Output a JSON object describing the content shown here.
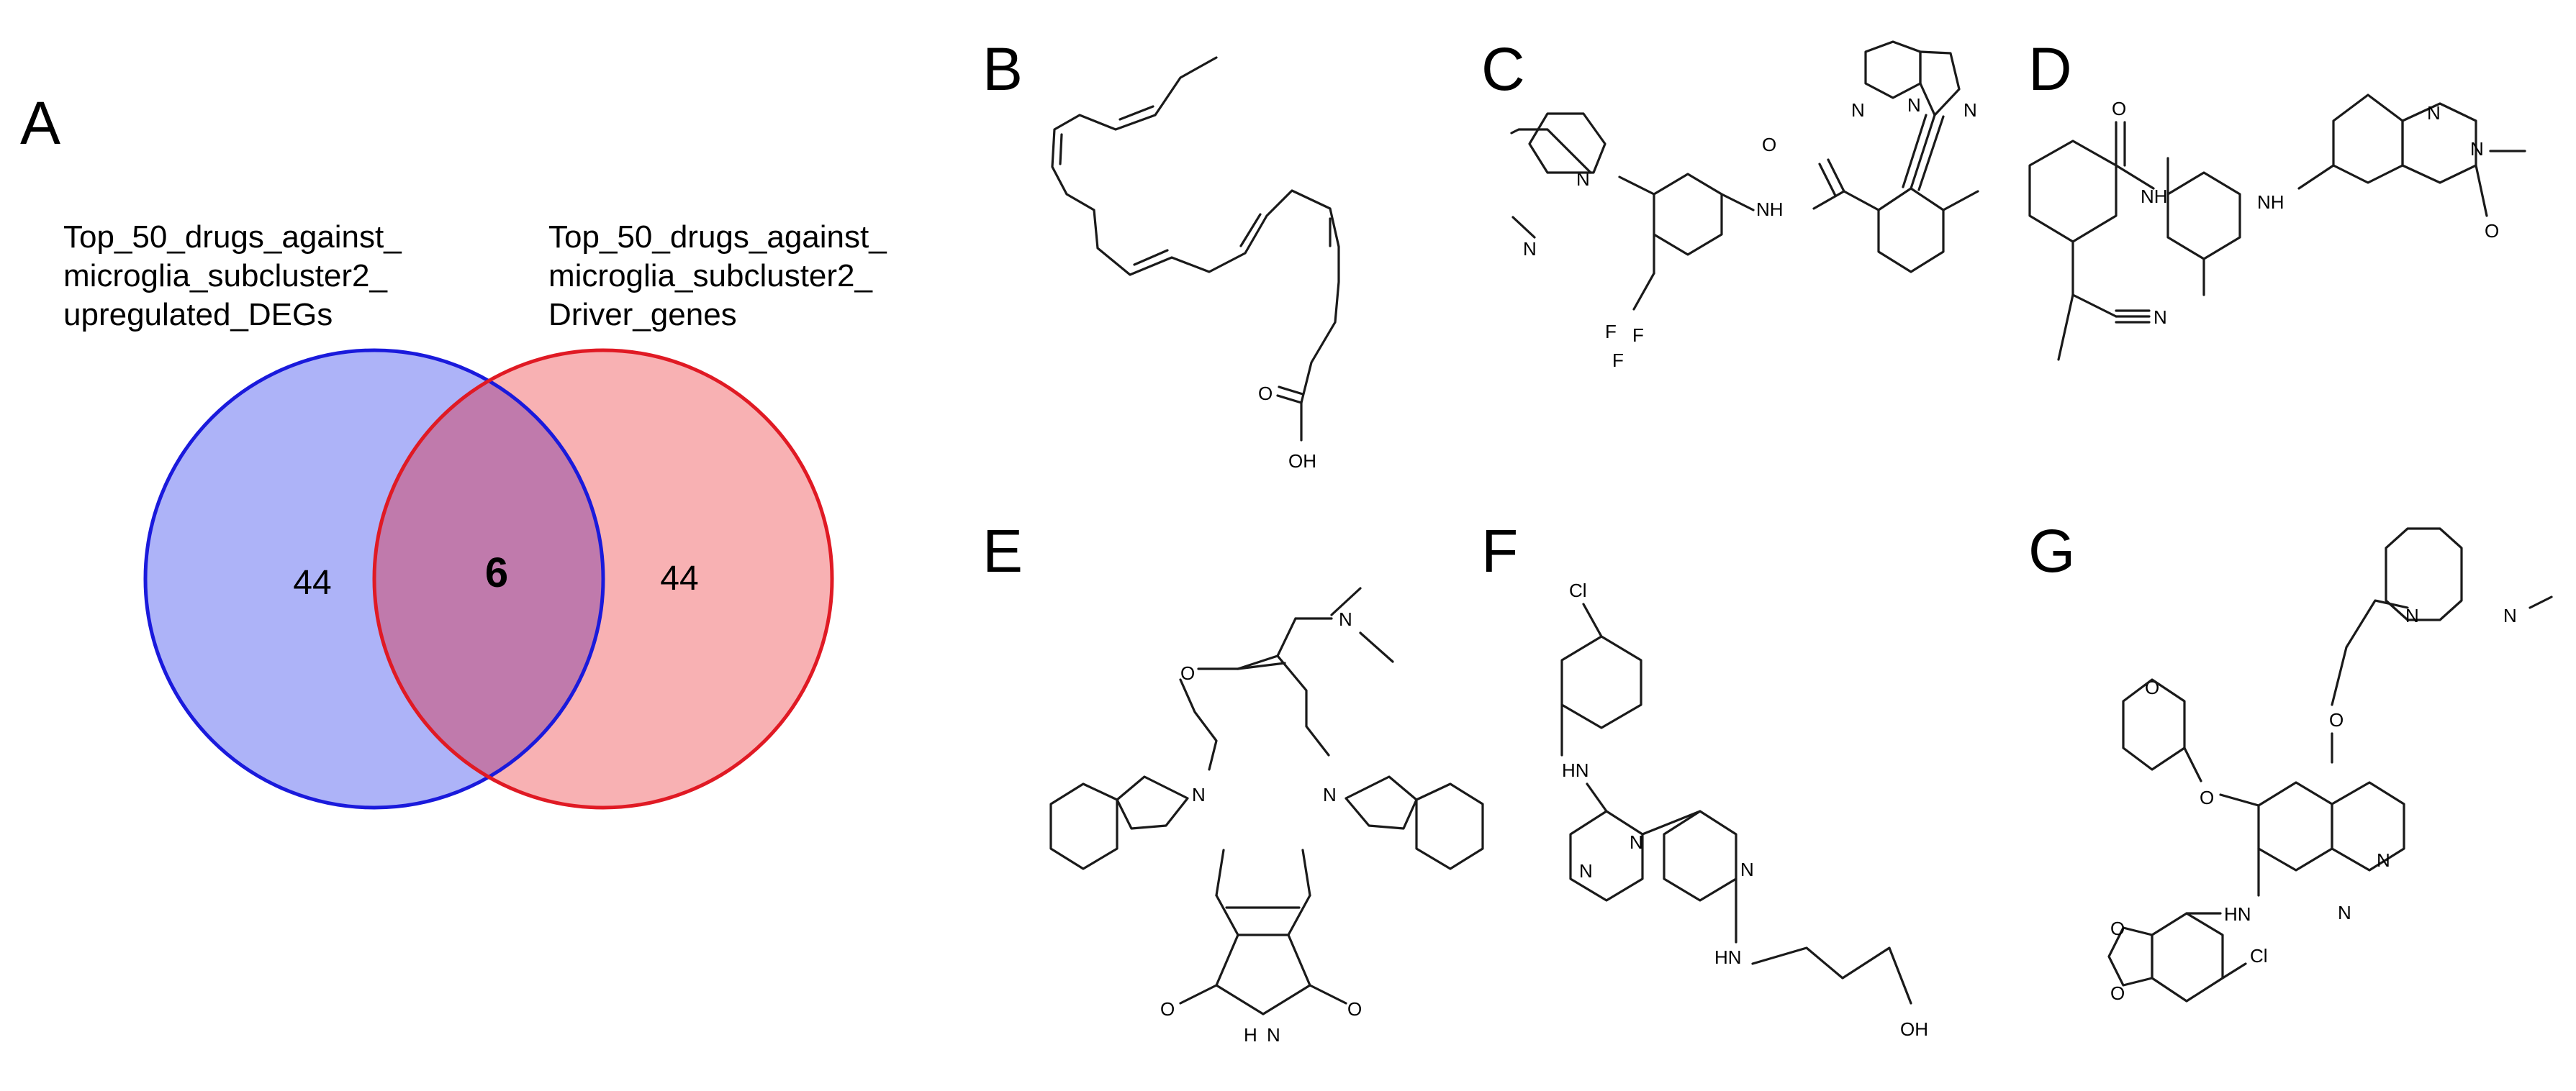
{
  "panels": {
    "A": "A",
    "B": "B",
    "C": "C",
    "D": "D",
    "E": "E",
    "F": "F",
    "G": "G"
  },
  "venn": {
    "left_set": {
      "title_lines": [
        "Top_50_drugs_against_",
        "microglia_subcluster2_",
        "upregulated_DEGs"
      ],
      "only_count": "44",
      "fill": "#adb3f8",
      "stroke": "#1a1adc"
    },
    "right_set": {
      "title_lines": [
        "Top_50_drugs_against_",
        "microglia_subcluster2_",
        "Driver_genes"
      ],
      "only_count": "44",
      "fill": "#f8b1b3",
      "stroke": "#e01a24"
    },
    "overlap": {
      "count": "6",
      "fill": "#c07aac"
    }
  },
  "atom_labels": {
    "oh": "OH",
    "o": "O",
    "n": "N",
    "nh": "NH",
    "hn": "HN",
    "h": "H",
    "f": "F",
    "cl": "Cl"
  }
}
